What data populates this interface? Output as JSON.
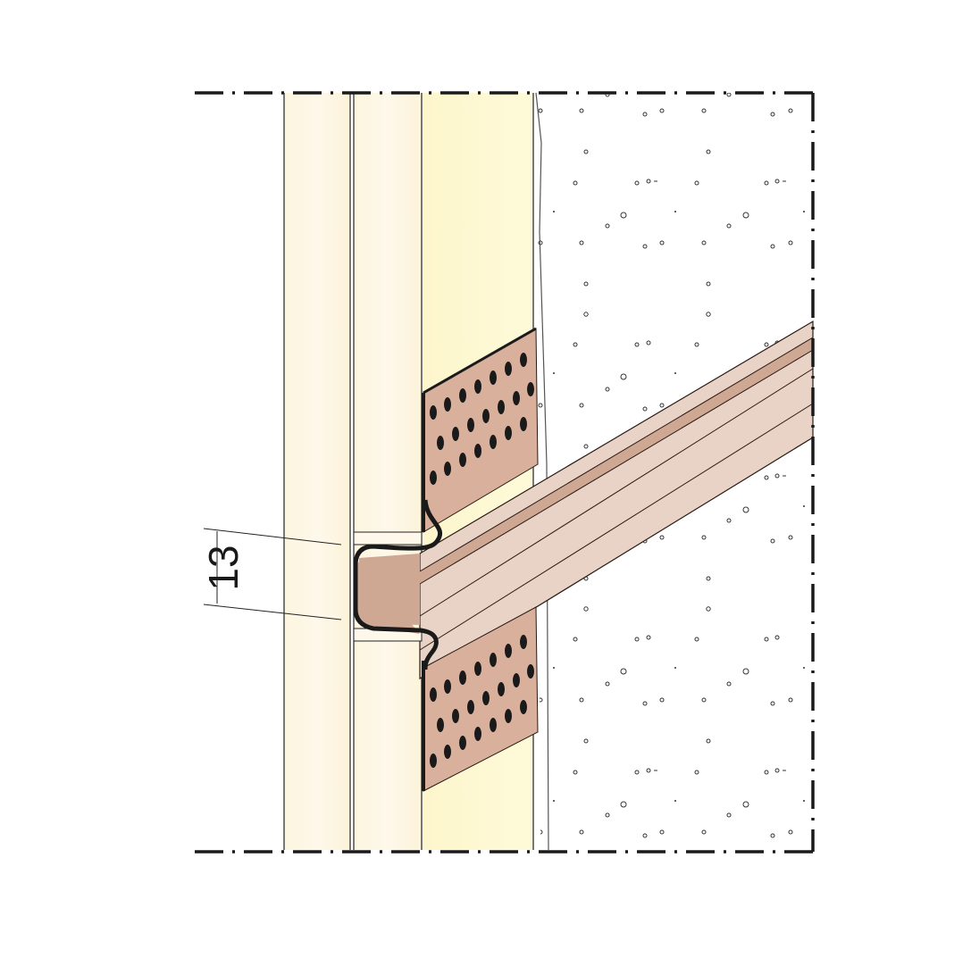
{
  "drawing": {
    "title": "Profile joint detail between plaster layers and masonry",
    "dimension": {
      "value": "13",
      "orientation": "vertical",
      "description": "joint gap height"
    },
    "layers": [
      {
        "name": "outer-layer",
        "color": "#fdf6e2"
      },
      {
        "name": "middle-layer",
        "color": "#fdf6e2"
      },
      {
        "name": "plaster-layer",
        "color": "#fdf9d2"
      },
      {
        "name": "masonry-substrate",
        "color": "#ffffff",
        "pattern": "aggregate-dots"
      }
    ],
    "profile": {
      "name": "z-profile-joint-bead",
      "fill_light": "#e8d3c6",
      "fill_dark": "#cfa894",
      "mesh_fill": "#d8b09b",
      "outline": "#1a1a1a"
    },
    "section_line_style": "dash-dot"
  }
}
